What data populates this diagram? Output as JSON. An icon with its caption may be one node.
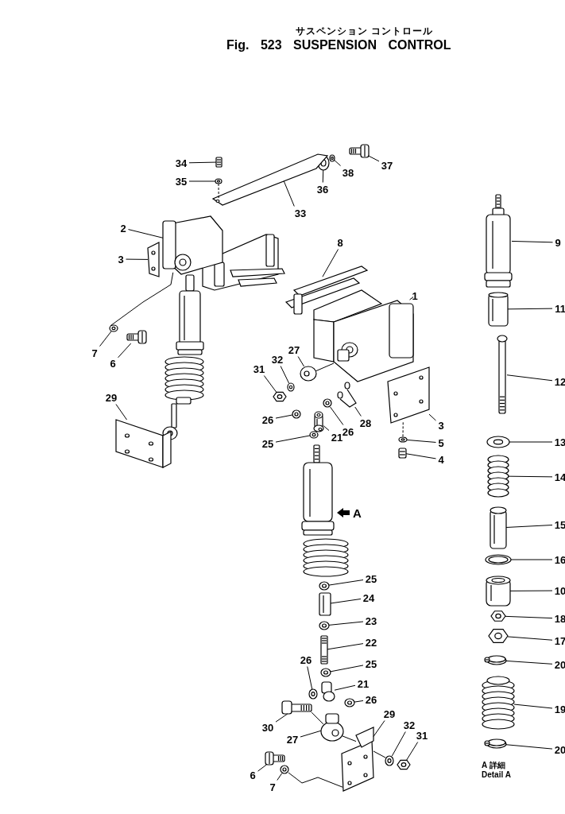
{
  "diagram": {
    "title": "Fig. 523 SUSPENSION CONTROL",
    "nodes": [
      {
        "text": [
          "34"
        ]
      },
      {
        "text": [
          "37"
        ]
      },
      {
        "text": [
          "38"
        ]
      },
      {
        "text": [
          "35"
        ]
      },
      {
        "text": [
          "36"
        ]
      },
      {
        "text": [
          "33"
        ]
      },
      {
        "text": [
          "2"
        ]
      },
      {
        "text": [
          "9"
        ]
      },
      {
        "text": [
          "3"
        ]
      },
      {
        "text": [
          "8"
        ]
      },
      {
        "text": [
          "1"
        ]
      },
      {
        "text": [
          "11"
        ]
      },
      {
        "text": [
          "7"
        ]
      },
      {
        "text": [
          "27"
        ]
      },
      {
        "text": [
          "6"
        ]
      },
      {
        "text": [
          "32"
        ]
      },
      {
        "text": [
          "31"
        ]
      },
      {
        "text": [
          "12"
        ]
      },
      {
        "text": [
          "29"
        ]
      },
      {
        "text": [
          "26"
        ]
      },
      {
        "text": [
          "28"
        ]
      },
      {
        "text": [
          "3"
        ]
      },
      {
        "text": [
          "26"
        ]
      },
      {
        "text": [
          "21"
        ]
      },
      {
        "text": [
          "25"
        ]
      },
      {
        "text": [
          "13"
        ]
      },
      {
        "text": [
          "5"
        ]
      },
      {
        "text": [
          "4"
        ]
      },
      {
        "text": [
          "14"
        ]
      },
      {
        "text": [
          "15"
        ]
      },
      {
        "text": [
          "16"
        ]
      },
      {
        "text": [
          "25"
        ]
      },
      {
        "text": [
          "10"
        ]
      },
      {
        "text": [
          "24"
        ]
      },
      {
        "text": [
          "18"
        ]
      },
      {
        "text": [
          "23"
        ]
      },
      {
        "text": [
          "17"
        ]
      },
      {
        "text": [
          "22"
        ]
      },
      {
        "text": [
          "26"
        ]
      },
      {
        "text": [
          "20"
        ]
      },
      {
        "text": [
          "25"
        ]
      },
      {
        "text": [
          "21"
        ]
      },
      {
        "text": [
          "26"
        ]
      },
      {
        "text": [
          "19"
        ]
      },
      {
        "text": [
          "29"
        ]
      },
      {
        "text": [
          "30"
        ]
      },
      {
        "text": [
          "32"
        ]
      },
      {
        "text": [
          "27"
        ]
      },
      {
        "text": [
          "31"
        ]
      },
      {
        "text": [
          "20"
        ]
      },
      {
        "text": [
          "6"
        ]
      },
      {
        "text": [
          "7"
        ]
      },
      {
        "text": [],
        "shape": "picture"
      },
      {
        "text": [],
        "shape": "picture"
      },
      {
        "text": [],
        "shape": "picture"
      },
      {
        "text": [],
        "shape": "picture"
      },
      {
        "text": [],
        "shape": "picture"
      },
      {
        "text": [],
        "shape": "picture"
      },
      {
        "text": [],
        "shape": "picture"
      },
      {
        "text": [],
        "shape": "picture"
      },
      {
        "text": [],
        "shape": "picture"
      },
      {
        "text": [],
        "shape": "picture"
      },
      {
        "text": [],
        "shape": "picture"
      },
      {
        "text": [],
        "shape": "picture"
      },
      {
        "text": [],
        "shape": "picture"
      },
      {
        "text": [],
        "shape": "picture"
      },
      {
        "text": [],
        "shape": "picture"
      },
      {
        "text": [],
        "shape": "picture"
      },
      {
        "text": [],
        "shape": "picture"
      },
      {
        "text": [],
        "shape": "picture"
      },
      {
        "text": [],
        "shape": "picture"
      },
      {
        "text": [],
        "shape": "picture"
      },
      {
        "text": [],
        "shape": "picture"
      },
      {
        "text": [],
        "shape": "picture"
      },
      {
        "text": [],
        "shape": "picture"
      },
      {
        "text": [],
        "shape": "picture"
      },
      {
        "text": [],
        "shape": "picture"
      },
      {
        "text": [],
        "shape": "picture"
      },
      {
        "text": [],
        "shape": "picture"
      },
      {
        "text": [],
        "shape": "picture"
      },
      {
        "text": [],
        "shape": "picture"
      },
      {
        "text": [],
        "shape": "picture"
      },
      {
        "text": [],
        "shape": "picture"
      },
      {
        "text": [],
        "shape": "picture"
      },
      {
        "text": [],
        "shape": "picture"
      },
      {
        "text": [],
        "shape": "picture"
      },
      {
        "text": [],
        "shape": "picture"
      },
      {
        "text": [],
        "shape": "picture"
      },
      {
        "text": [],
        "shape": "picture"
      },
      {
        "text": [],
        "shape": "picture"
      },
      {
        "text": [],
        "shape": "picture"
      },
      {
        "text": [],
        "shape": "picture"
      },
      {
        "text": [],
        "shape": "picture"
      },
      {
        "text": [],
        "shape": "picture"
      },
      {
        "text": [],
        "shape": "picture"
      },
      {
        "text": [],
        "shape": "picture"
      },
      {
        "text": [],
        "shape": "picture"
      },
      {
        "text": [],
        "shape": "picture"
      },
      {
        "text": [],
        "shape": "picture"
      },
      {
        "text": [],
        "shape": "picture"
      },
      {
        "text": [],
        "shape": "picture"
      },
      {
        "text": [],
        "shape": "picture"
      },
      {
        "text": [],
        "shape": "picture"
      },
      {
        "text": [],
        "shape": "picture"
      }
    ],
    "edges": [
      {
        "from": 0,
        "to": 52,
        "arrow": "none"
      },
      {
        "from": 1,
        "to": 53,
        "arrow": "none"
      },
      {
        "from": 2,
        "to": 54,
        "arrow": "none"
      },
      {
        "from": 3,
        "to": 55,
        "arrow": "none"
      },
      {
        "from": 4,
        "to": 56,
        "arrow": "none"
      },
      {
        "from": 5,
        "to": 57,
        "arrow": "none"
      },
      {
        "from": 6,
        "to": 58,
        "arrow": "none"
      },
      {
        "from": 7,
        "to": 59,
        "arrow": "none"
      },
      {
        "from": 8,
        "to": 60,
        "arrow": "none"
      },
      {
        "from": 9,
        "to": 61,
        "arrow": "none"
      },
      {
        "from": 10,
        "to": 62,
        "arrow": "none"
      },
      {
        "from": 11,
        "to": 63,
        "arrow": "none"
      },
      {
        "from": 12,
        "to": 64,
        "arrow": "none"
      },
      {
        "from": 13,
        "to": 65,
        "arrow": "none"
      },
      {
        "from": 14,
        "to": 66,
        "arrow": "none"
      },
      {
        "from": 15,
        "to": 67,
        "arrow": "none"
      },
      {
        "from": 16,
        "to": 68,
        "arrow": "none"
      },
      {
        "from": 17,
        "to": 69,
        "arrow": "none"
      },
      {
        "from": 18,
        "to": 70,
        "arrow": "none"
      },
      {
        "from": 19,
        "to": 71,
        "arrow": "none"
      },
      {
        "from": 20,
        "to": 72,
        "arrow": "none"
      },
      {
        "from": 21,
        "to": 73,
        "arrow": "none"
      },
      {
        "from": 22,
        "to": 74,
        "arrow": "none"
      },
      {
        "from": 23,
        "to": 75,
        "arrow": "none"
      },
      {
        "from": 24,
        "to": 76,
        "arrow": "none"
      },
      {
        "from": 25,
        "to": 77,
        "arrow": "none"
      },
      {
        "from": 26,
        "to": 78,
        "arrow": "none"
      },
      {
        "from": 27,
        "to": 79,
        "arrow": "none"
      },
      {
        "from": 28,
        "to": 80,
        "arrow": "none"
      },
      {
        "from": 29,
        "to": 81,
        "arrow": "none"
      },
      {
        "from": 30,
        "to": 82,
        "arrow": "none"
      },
      {
        "from": 31,
        "to": 83,
        "arrow": "none"
      },
      {
        "from": 32,
        "to": 84,
        "arrow": "none"
      },
      {
        "from": 33,
        "to": 85,
        "arrow": "none"
      },
      {
        "from": 34,
        "to": 86,
        "arrow": "none"
      },
      {
        "from": 35,
        "to": 87,
        "arrow": "none"
      },
      {
        "from": 36,
        "to": 88,
        "arrow": "none"
      },
      {
        "from": 37,
        "to": 89,
        "arrow": "none"
      },
      {
        "from": 38,
        "to": 90,
        "arrow": "none"
      },
      {
        "from": 39,
        "to": 91,
        "arrow": "none"
      },
      {
        "from": 40,
        "to": 92,
        "arrow": "none"
      },
      {
        "from": 41,
        "to": 93,
        "arrow": "none"
      },
      {
        "from": 42,
        "to": 94,
        "arrow": "none"
      },
      {
        "from": 43,
        "to": 95,
        "arrow": "none"
      },
      {
        "from": 44,
        "to": 96,
        "arrow": "none"
      },
      {
        "from": 45,
        "to": 97,
        "arrow": "none"
      },
      {
        "from": 46,
        "to": 98,
        "arrow": "none"
      },
      {
        "from": 47,
        "to": 99,
        "arrow": "none"
      },
      {
        "from": 48,
        "to": 100,
        "arrow": "none"
      },
      {
        "from": 49,
        "to": 101,
        "arrow": "none"
      },
      {
        "from": 50,
        "to": 102,
        "arrow": "none"
      },
      {
        "from": 51,
        "to": 103,
        "arrow": "none"
      },
      {
        "from": 55,
        "to": 57,
        "arrow": "none",
        "style": "dashed"
      },
      {
        "from": 64,
        "to": 58,
        "arrow": "none"
      },
      {
        "from": 65,
        "to": 62,
        "arrow": "none"
      },
      {
        "from": 73,
        "to": 78,
        "arrow": "none",
        "style": "dashed"
      },
      {
        "from": 97,
        "to": 99,
        "arrow": "none"
      },
      {
        "from": 99,
        "to": 96,
        "arrow": "none"
      },
      {
        "from": 103,
        "to": 96,
        "arrow": "none"
      },
      {
        "from": 96,
        "to": 98,
        "arrow": "none"
      }
    ],
    "labels": [
      "サスペンション コントロール",
      "A",
      "A 詳細",
      "Detail A"
    ]
  }
}
